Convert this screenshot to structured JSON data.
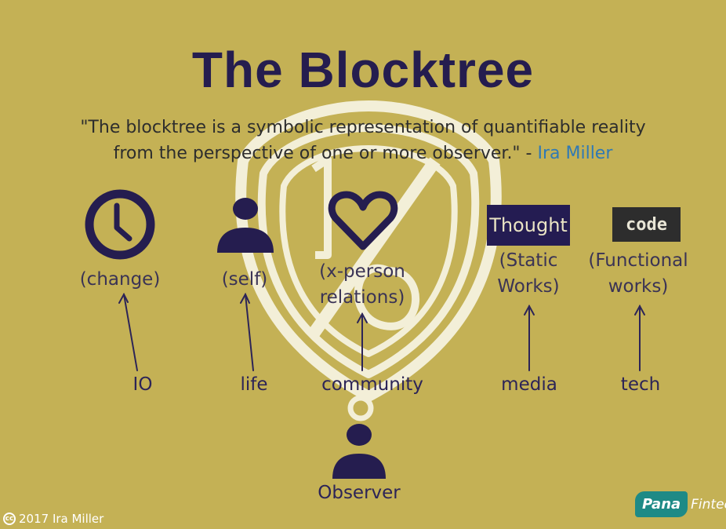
{
  "title": "The Blocktree",
  "quote": {
    "line1": "\"The blocktree is a symbolic representation of quantifiable reality",
    "line2": "from the perspective of one or more observer.\" - ",
    "author": "Ira Miller"
  },
  "columns": [
    {
      "icon": "clock-icon",
      "paren_lines": [
        "(change)"
      ],
      "label": "IO"
    },
    {
      "icon": "person-icon",
      "paren_lines": [
        "(self)"
      ],
      "label": "life"
    },
    {
      "icon": "heart-icon",
      "paren_lines": [
        "(x-person",
        "relations)"
      ],
      "label": "community"
    },
    {
      "icon": "thought-box",
      "box_text": "Thought",
      "paren_lines": [
        "(Static",
        "Works)"
      ],
      "label": "media"
    },
    {
      "icon": "code-box",
      "box_text": "code",
      "paren_lines": [
        "(Functional",
        "works)"
      ],
      "label": "tech"
    }
  ],
  "observer": {
    "icon": "person-icon",
    "label": "Observer"
  },
  "footer": {
    "cc": "cc",
    "copyright": "2017 Ira Miller"
  },
  "logo": {
    "pana": "Pana",
    "fintech": "Fintech"
  },
  "colors": {
    "background": "#c4b155",
    "ink": "#251d4f",
    "shield": "#f3efd8",
    "author_link": "#2f79b5",
    "logo_teal": "#1e8a86"
  }
}
